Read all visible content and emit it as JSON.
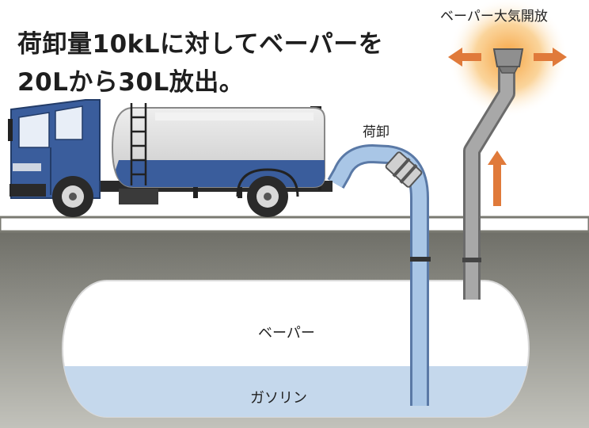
{
  "title": {
    "line1": "荷卸量10kLに対してベーパーを",
    "line2": "20Lから30L放出。"
  },
  "labels": {
    "vapor_vent": "ベーパー大気開放",
    "unloading": "荷卸",
    "tank_vapor": "ベーパー",
    "tank_gasoline": "ガソリン"
  },
  "colors": {
    "truck_cab": "#3a5d9c",
    "tanker_shell": "#d9d9d9",
    "unload_hose": "#a9c6e6",
    "vent_pipe": "#9a9a9a",
    "gasoline": "#c5d8ec",
    "ground": "#7a7a72",
    "arrow": "#e07a3a",
    "glow": "#f7a94a"
  }
}
